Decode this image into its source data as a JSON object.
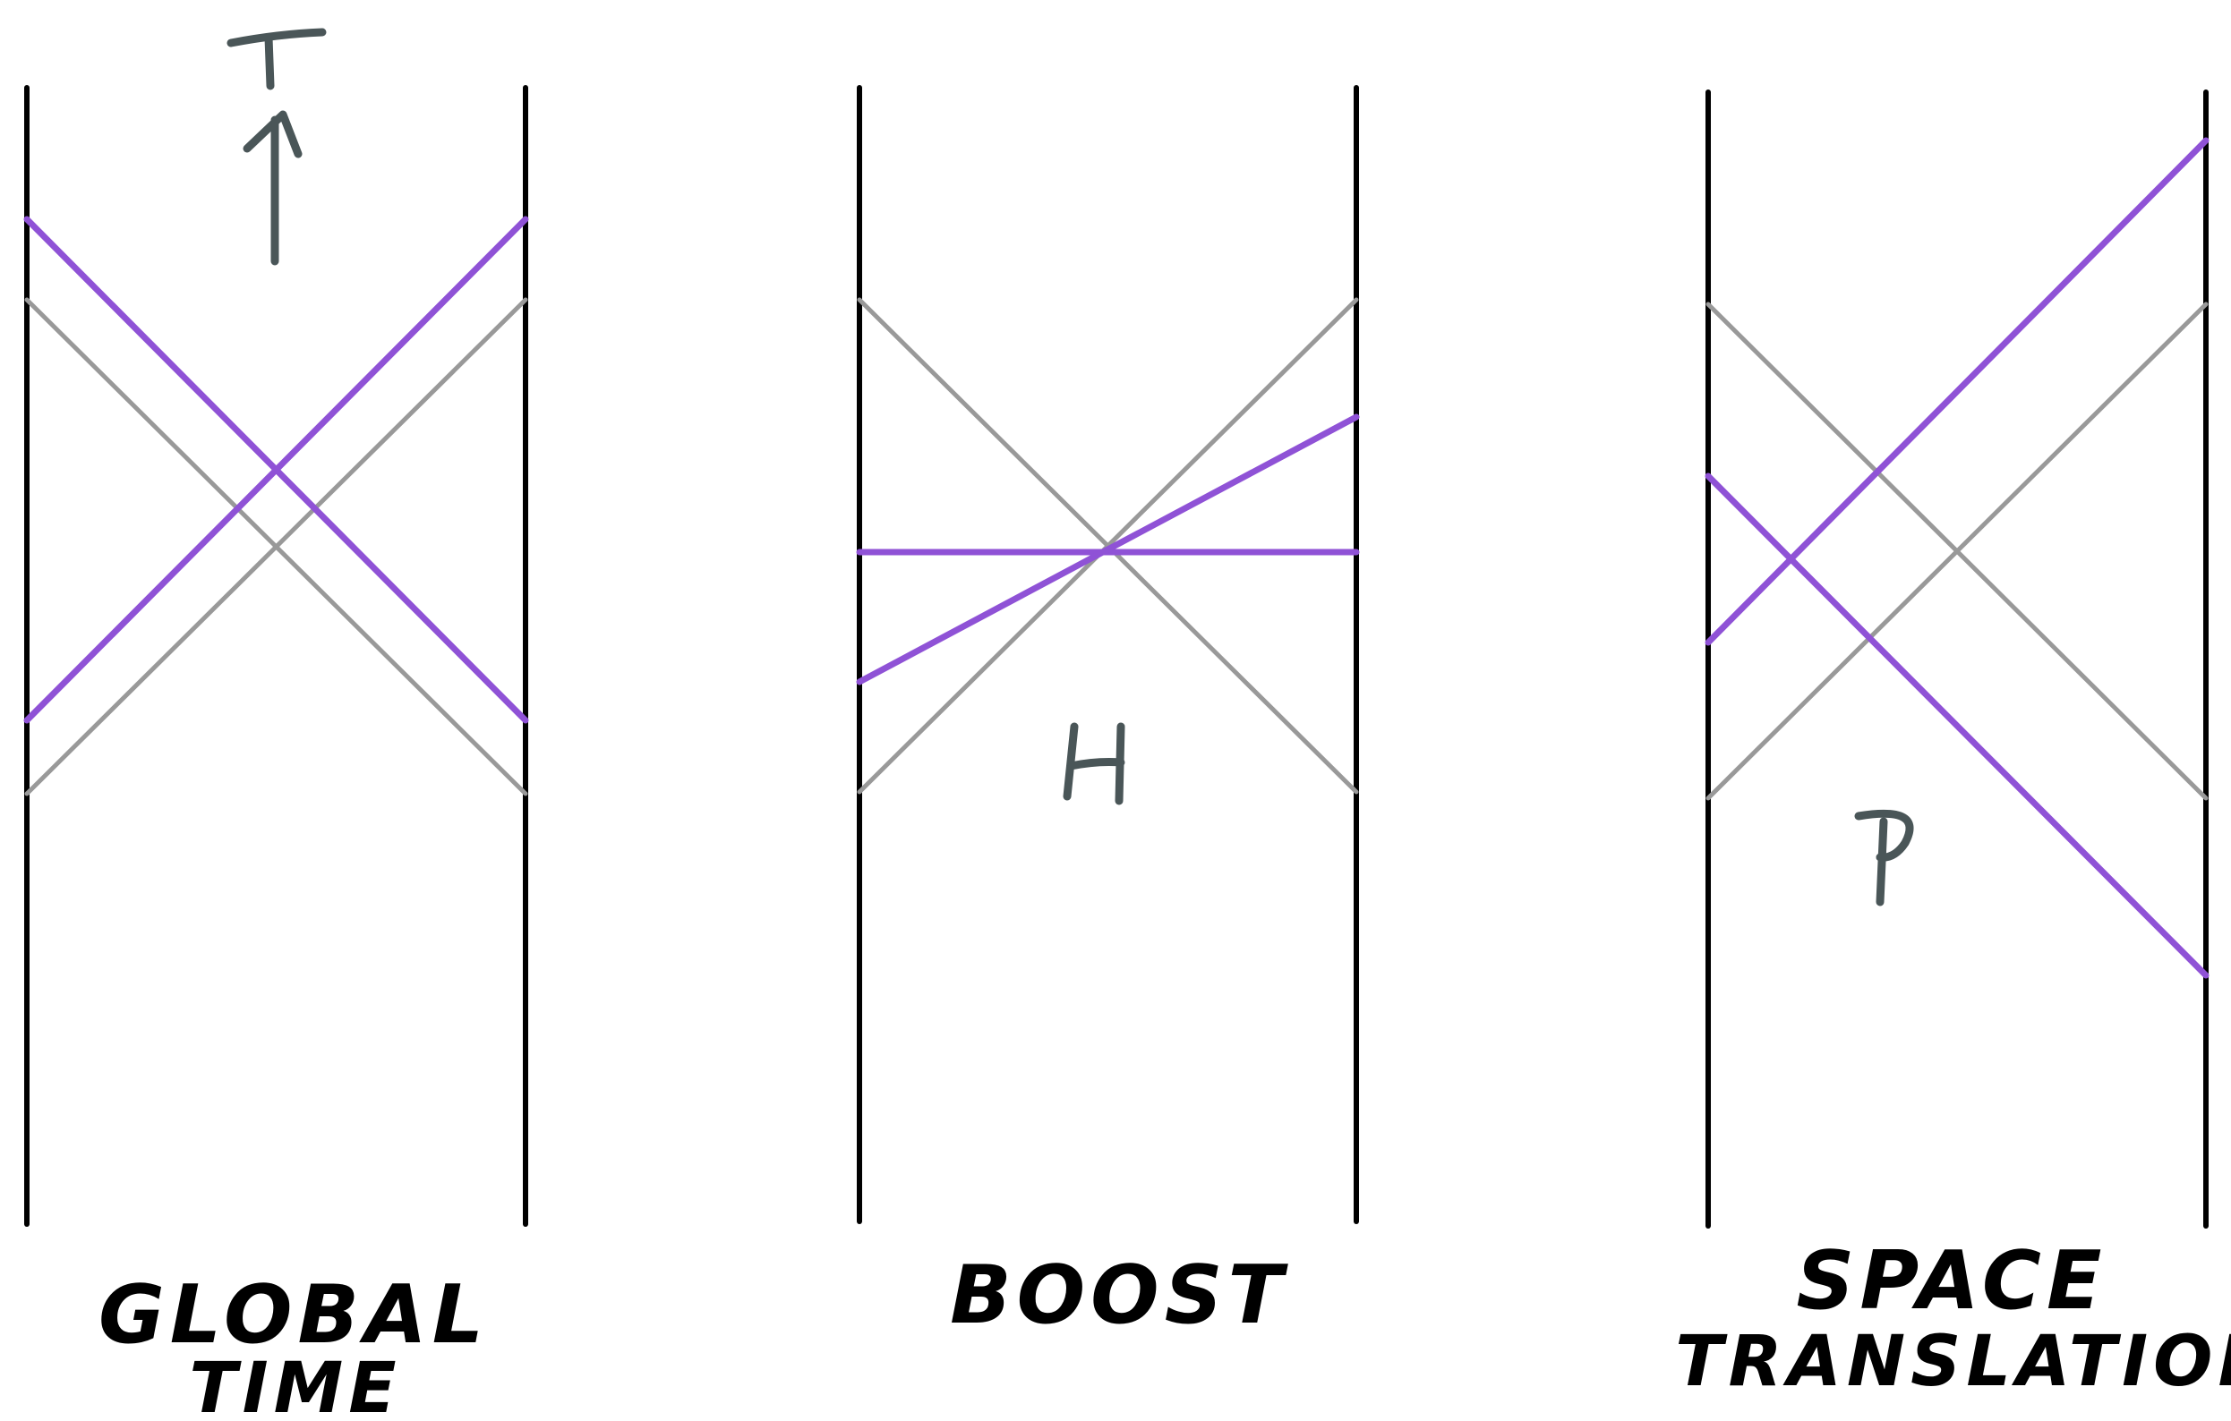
{
  "panels": [
    {
      "caption_line1": "GLOBAL",
      "caption_line2": "TIME",
      "symbol": "T"
    },
    {
      "caption_line1": "BOOST",
      "caption_line2": "",
      "symbol": "H"
    },
    {
      "caption_line1": "SPACE",
      "caption_line2": "TRANSLATION",
      "symbol": "P"
    }
  ],
  "colors": {
    "boundary": "#000000",
    "reference_lines": "#999999",
    "transformed_lines": "#8f52d6",
    "symbols": "#4a5658"
  },
  "icons": {
    "time_arrow": "up-arrow-icon"
  }
}
